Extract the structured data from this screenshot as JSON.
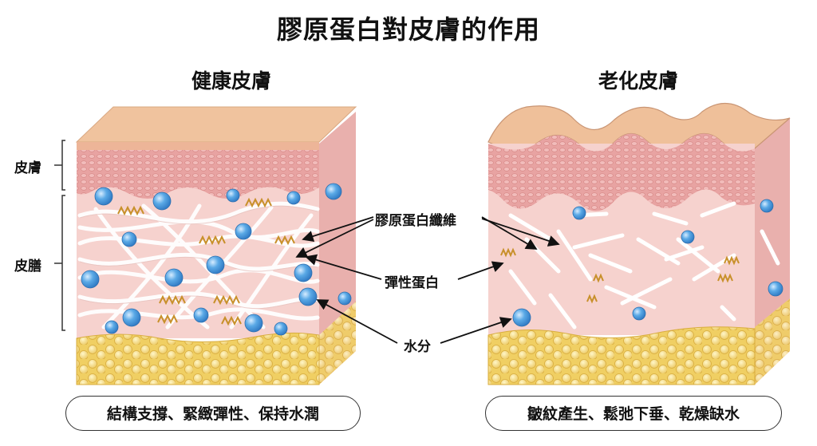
{
  "title": "膠原蛋白對皮膚的作用",
  "panels": {
    "healthy": {
      "title": "健康皮膚",
      "caption": "結構支撐、緊緻彈性、保持水潤"
    },
    "aged": {
      "title": "老化皮膚",
      "caption": "皺紋產生、鬆弛下垂、乾燥缺水"
    }
  },
  "layers": {
    "epidermis": "皮膚",
    "dermis": "皮膳"
  },
  "callouts": {
    "collagen": "膠原蛋白纖維",
    "elastin": "彈性蛋白",
    "water": "水分"
  },
  "colors": {
    "surface": "#efc29c",
    "epidermis": "#e8a3a2",
    "dermis": "#f6d2ce",
    "fat": "#f2d36c",
    "water": "#5aa9e6",
    "elastin": "#c8902a",
    "fiber": "#ffffff"
  }
}
